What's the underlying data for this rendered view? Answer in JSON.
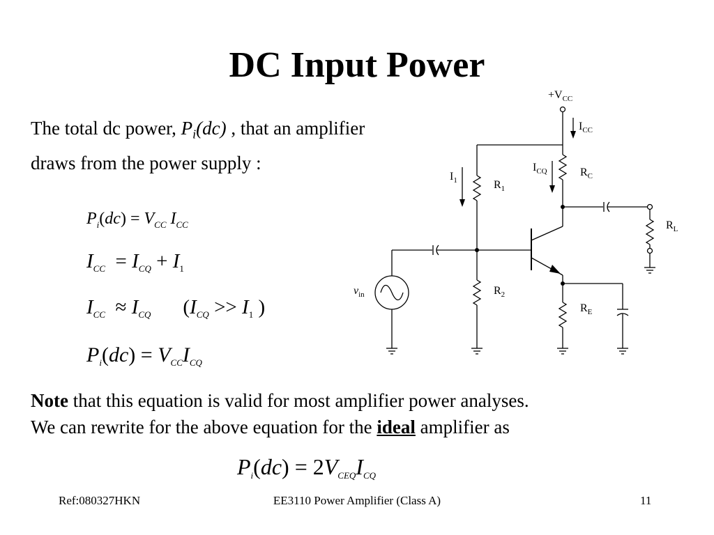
{
  "slide": {
    "title": "DC Input Power",
    "intro": {
      "text_before": "The total dc power, ",
      "math": "Pi(dc)",
      "text_after": " , that an amplifier draws from the power supply :"
    },
    "equations": [
      "Pi(dc) = VCC ICC",
      "ICC = ICQ + I1",
      "ICC ≈ ICQ (ICQ >> I1)",
      "Pi(dc) = VCC ICQ"
    ],
    "note": {
      "bold": "Note",
      "line1": " that this equation is valid for most amplifier power analyses.",
      "line2_before": "We can rewrite for the above equation for the ",
      "emph": "ideal",
      "line2_after": " amplifier as"
    },
    "ideal_equation": "Pi(dc) = 2VCEQ ICQ"
  },
  "circuit": {
    "labels": {
      "vcc": "+VCC",
      "icc": "ICC",
      "icq": "ICQ",
      "i1": "I1",
      "r1": "R1",
      "r2": "R2",
      "rc": "RC",
      "re": "RE",
      "rl": "RL",
      "vin": "vin"
    }
  },
  "footer": {
    "left": "Ref:080327HKN",
    "center": "EE3110 Power Amplifier (Class A)",
    "right": "11"
  }
}
